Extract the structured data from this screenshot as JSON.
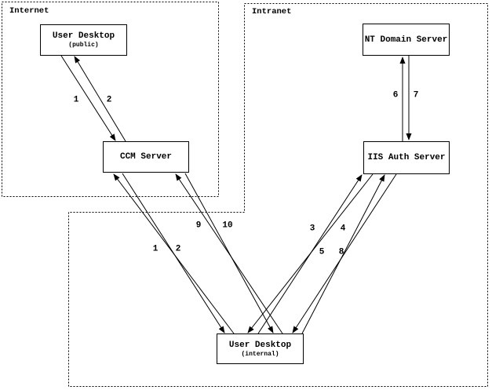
{
  "zones": [
    {
      "id": "internet",
      "label": "Internet"
    },
    {
      "id": "intranet",
      "label": "Intranet"
    }
  ],
  "nodes": [
    {
      "id": "user-desktop-public",
      "title": "User Desktop",
      "subtitle": "(public)"
    },
    {
      "id": "ccm-server",
      "title": "CCM Server"
    },
    {
      "id": "nt-domain-server",
      "title": "NT Domain Server"
    },
    {
      "id": "iis-auth-server",
      "title": "IIS Auth Server"
    },
    {
      "id": "user-desktop-internal",
      "title": "User Desktop",
      "subtitle": "(internal)"
    }
  ],
  "edge_labels": [
    {
      "text": "1",
      "from": "user-desktop-public",
      "to": "ccm-server"
    },
    {
      "text": "2",
      "from": "ccm-server",
      "to": "user-desktop-public"
    },
    {
      "text": "1",
      "from": "user-desktop-internal",
      "to": "ccm-server"
    },
    {
      "text": "2",
      "from": "ccm-server",
      "to": "user-desktop-internal"
    },
    {
      "text": "9",
      "from": "user-desktop-internal",
      "to": "ccm-server"
    },
    {
      "text": "10",
      "from": "ccm-server",
      "to": "user-desktop-internal"
    },
    {
      "text": "3",
      "from": "user-desktop-internal",
      "to": "iis-auth-server"
    },
    {
      "text": "4",
      "from": "iis-auth-server",
      "to": "user-desktop-internal"
    },
    {
      "text": "5",
      "from": "user-desktop-internal",
      "to": "iis-auth-server"
    },
    {
      "text": "8",
      "from": "iis-auth-server",
      "to": "user-desktop-internal"
    },
    {
      "text": "6",
      "from": "iis-auth-server",
      "to": "nt-domain-server"
    },
    {
      "text": "7",
      "from": "nt-domain-server",
      "to": "iis-auth-server"
    }
  ],
  "colors": {
    "line": "#000000",
    "background": "#ffffff"
  }
}
